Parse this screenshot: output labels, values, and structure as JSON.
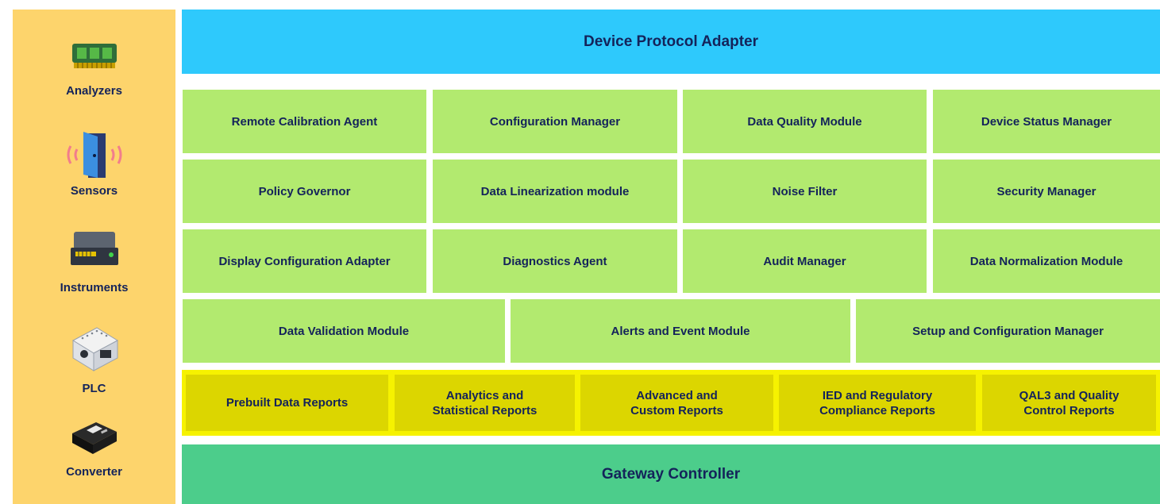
{
  "devices": {
    "analyzers": "Analyzers",
    "sensors": "Sensors",
    "instruments": "Instruments",
    "plc": "PLC",
    "converter": "Converter"
  },
  "top_band": "Device Protocol Adapter",
  "bottom_band": "Gateway Controller",
  "modules": {
    "remote_calibration_agent": "Remote Calibration Agent",
    "configuration_manager": "Configuration Manager",
    "data_quality_module": "Data Quality Module",
    "device_status_manager": "Device Status Manager",
    "policy_governor": "Policy Governor",
    "data_linearization_module": "Data Linearization module",
    "noise_filter": "Noise Filter",
    "security_manager": "Security Manager",
    "display_configuration_adapter": "Display Configuration Adapter",
    "diagnostics_agent": "Diagnostics Agent",
    "audit_manager": "Audit Manager",
    "data_normalization_module": "Data Normalization Module",
    "data_validation_module": "Data Validation Module",
    "alerts_and_event_module": "Alerts and Event Module",
    "setup_and_configuration_manager": "Setup and  Configuration Manager"
  },
  "reports": {
    "prebuilt": "Prebuilt Data Reports",
    "analytics": "Analytics and\nStatistical Reports",
    "advanced": "Advanced and\nCustom Reports",
    "ied": "IED and  Regulatory\nCompliance Reports",
    "qal3": "QAL3 and Quality\nControl Reports"
  },
  "colors": {
    "sidebar": "#fdd46c",
    "top_band": "#2ec9fc",
    "module": "#b2ea6f",
    "report_strip": "#f6f200",
    "report": "#dcd600",
    "bottom_band": "#4ccd8b",
    "text": "#14235a"
  },
  "icons": {
    "analyzers": "memory-module-icon",
    "sensors": "sensor-door-icon",
    "instruments": "instrument-box-icon",
    "plc": "plc-controller-icon",
    "converter": "converter-chip-icon"
  }
}
